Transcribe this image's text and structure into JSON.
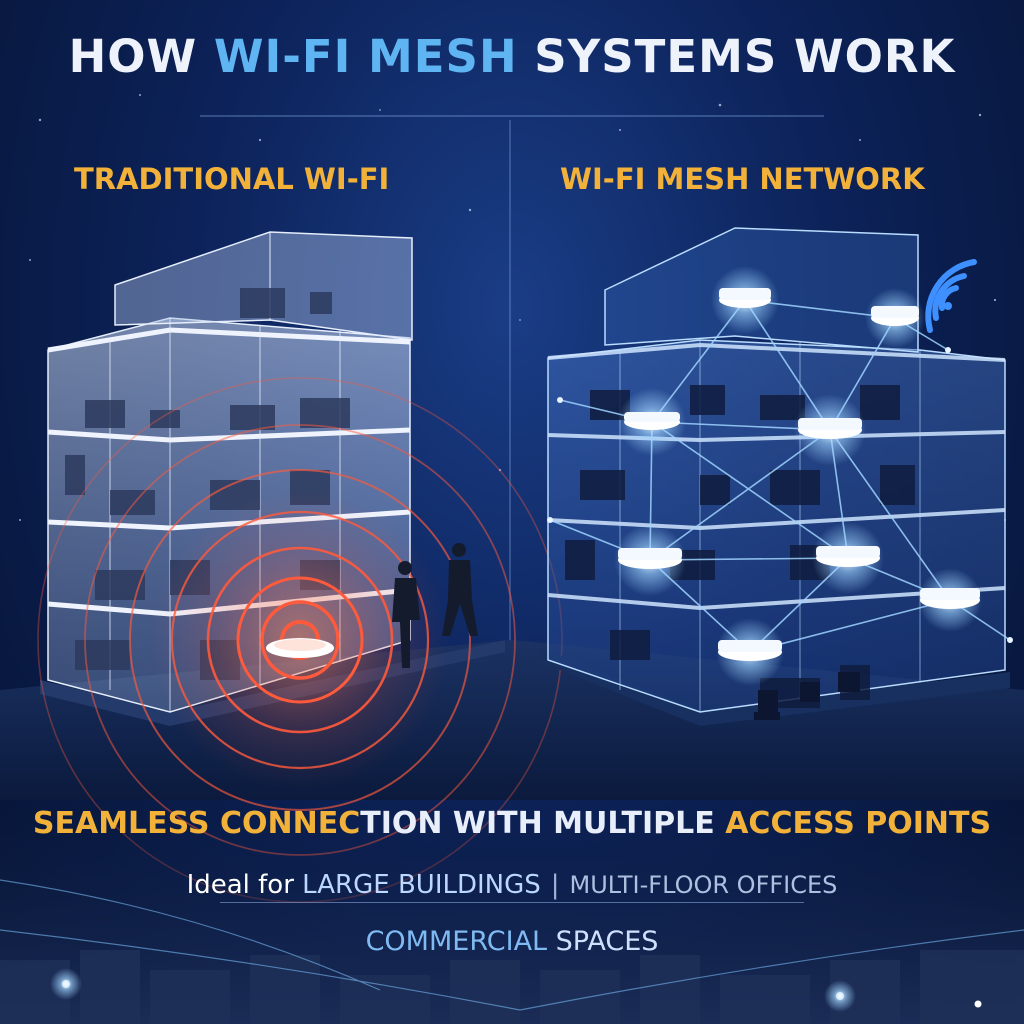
{
  "title": {
    "part1": "HOW ",
    "highlight": "WI-FI MESH",
    "part2": " SYSTEMS WORK"
  },
  "panels": {
    "left": "TRADITIONAL WI-FI",
    "right": "WI-FI MESH NETWORK"
  },
  "benefit": {
    "part1": "SEAMLESS CONNEC",
    "part2": "TION WITH MULTIPLE ",
    "part3": "ACCESS POINTS"
  },
  "ideal": {
    "prefix": "Ideal for ",
    "highlight": "LARGE BUILDINGS",
    "separator": "|",
    "secondary": "MULTI-FLOOR OFFICES"
  },
  "commercial": {
    "highlight": "COMMERCIAL",
    "rest": " SPACES"
  },
  "colors": {
    "accent_orange": "#f2b23a",
    "accent_blue": "#5fb4f2",
    "signal_red": "#ff5a3c",
    "mesh_glow": "#9fd4ff",
    "background": "#0c2259"
  }
}
